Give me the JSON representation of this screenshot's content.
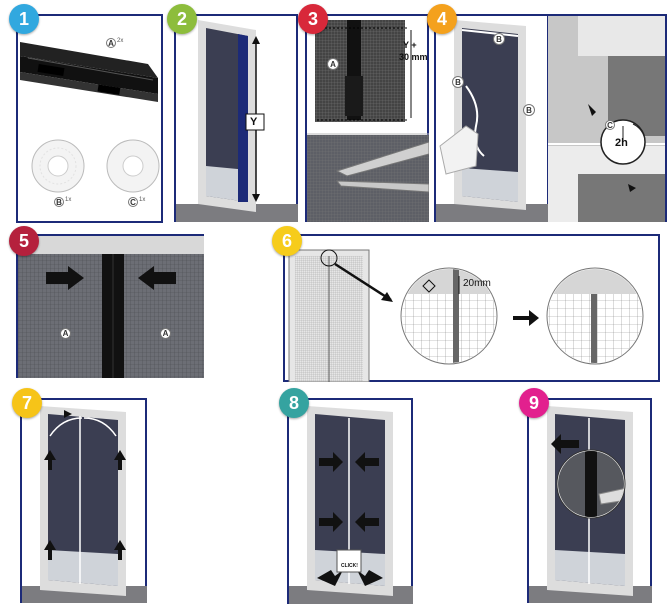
{
  "steps": [
    {
      "number": "1",
      "color": "#31a8df"
    },
    {
      "number": "2",
      "color": "#8dbd3c"
    },
    {
      "number": "3",
      "color": "#d8283a"
    },
    {
      "number": "4",
      "color": "#f4a11d"
    },
    {
      "number": "5",
      "color": "#b5213d"
    },
    {
      "number": "6",
      "color": "#f6cc1b"
    },
    {
      "number": "7",
      "color": "#f6c418"
    },
    {
      "number": "8",
      "color": "#35a3a0"
    },
    {
      "number": "9",
      "color": "#e2208e"
    }
  ],
  "step1": {
    "part_a": "A",
    "qty_a": "2x",
    "part_b": "B",
    "qty_b": "1x",
    "part_c": "C",
    "qty_c": "1x"
  },
  "step2": {
    "measure": "Y"
  },
  "step3": {
    "part": "A",
    "measure": "Y +",
    "measure2": "30 mm"
  },
  "step4": {
    "label_b": "B",
    "wait": "2h",
    "label_c": "C"
  },
  "step5": {
    "label_a": "A"
  },
  "step6": {
    "cut": "20mm"
  },
  "step8": {
    "click": "CLICK!"
  },
  "colors": {
    "frame": "#1c2a78",
    "mesh": "#3a3d4e"
  }
}
